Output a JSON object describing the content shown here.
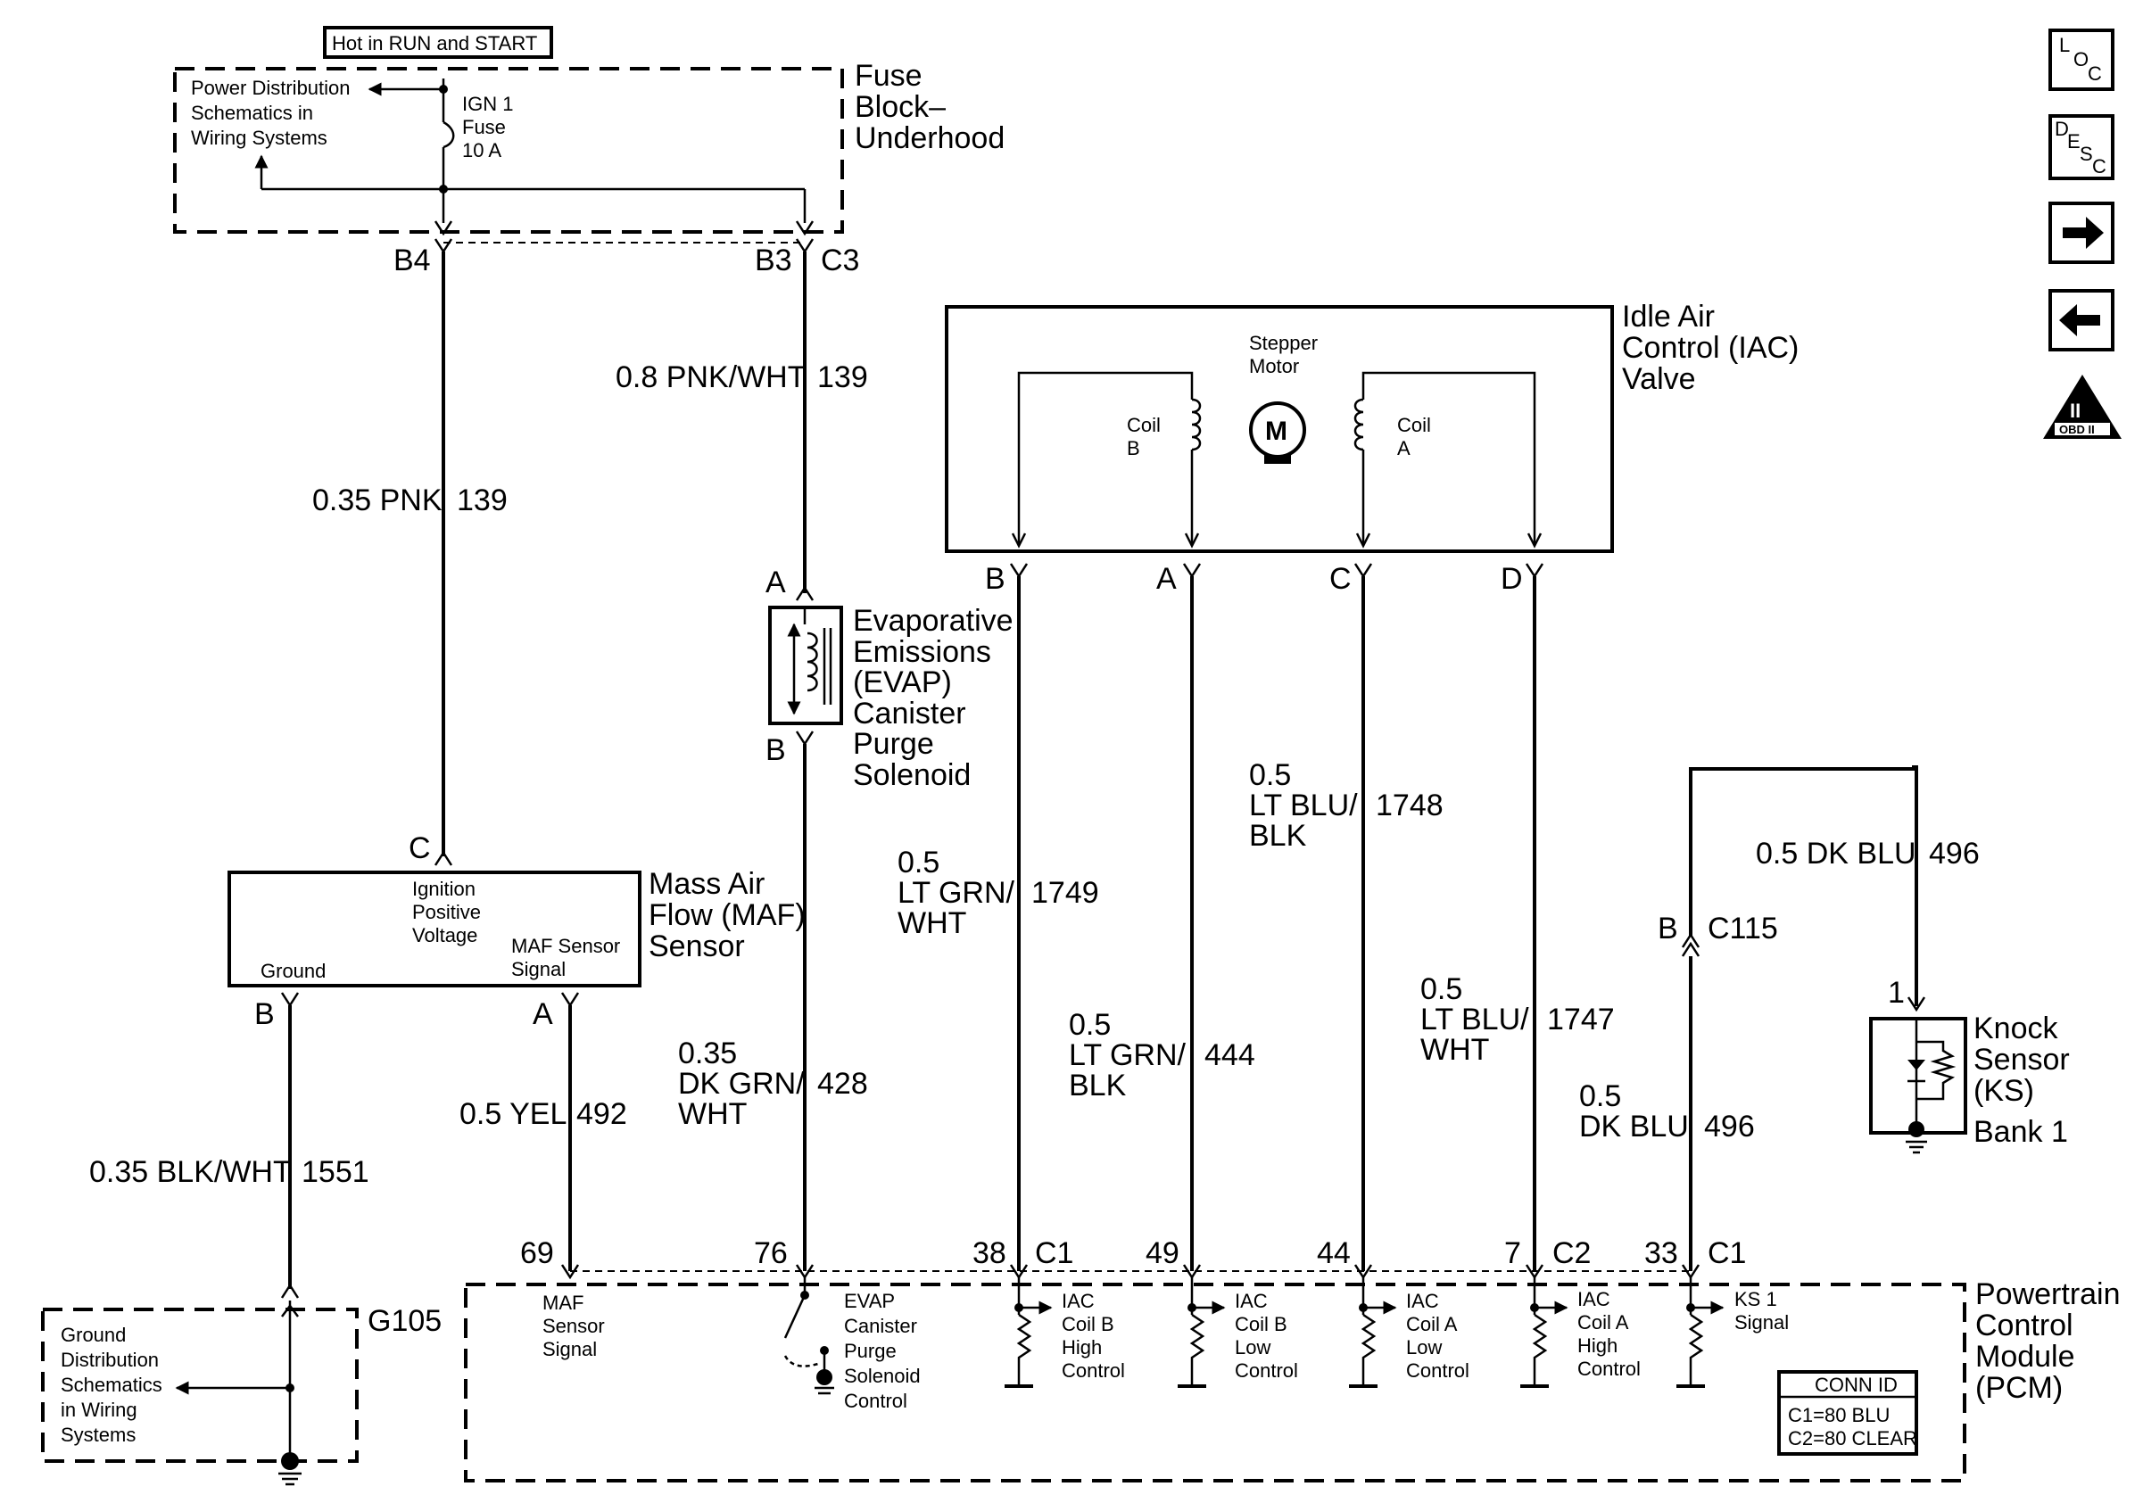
{
  "header": {
    "hot_label": "Hot in RUN and START"
  },
  "fuse_block": {
    "title": [
      "Fuse",
      "Block–",
      "Underhood"
    ],
    "power_ref": [
      "Power Distribution",
      "Schematics in",
      "Wiring Systems"
    ],
    "fuse": [
      "IGN 1",
      "Fuse",
      "10 A"
    ],
    "pins": {
      "b4": "B4",
      "b3": "B3",
      "c3": "C3"
    }
  },
  "wires": {
    "w139_top": {
      "gauge": "0.8 PNK/WHT",
      "circuit": "139"
    },
    "w139_left": {
      "gauge": "0.35 PNK",
      "circuit": "139"
    },
    "w1551": {
      "gauge": "0.35 BLK/WHT",
      "circuit": "1551"
    },
    "w492": {
      "gauge": "0.5 YEL",
      "circuit": "492"
    },
    "w428": {
      "gauge": [
        "0.35",
        "DK GRN/",
        "WHT"
      ],
      "circuit": "428"
    },
    "w1749": {
      "gauge": [
        "0.5",
        "LT GRN/",
        "WHT"
      ],
      "circuit": "1749"
    },
    "w444": {
      "gauge": [
        "0.5",
        "LT GRN/",
        "BLK"
      ],
      "circuit": "444"
    },
    "w1748": {
      "gauge": [
        "0.5",
        "LT BLU/",
        "BLK"
      ],
      "circuit": "1748"
    },
    "w1747": {
      "gauge": [
        "0.5",
        "LT BLU/",
        "WHT"
      ],
      "circuit": "1747"
    },
    "w496_low": {
      "gauge": [
        "0.5",
        "DK BLU"
      ],
      "circuit": "496"
    },
    "w496_high": {
      "gauge": "0.5 DK BLU",
      "circuit": "496"
    }
  },
  "evap": {
    "title": [
      "Evaporative",
      "Emissions",
      "(EVAP)",
      "Canister",
      "Purge",
      "Solenoid"
    ],
    "pin_a": "A",
    "pin_b": "B"
  },
  "iac": {
    "title": [
      "Idle Air",
      "Control (IAC)",
      "Valve"
    ],
    "motor": [
      "Stepper",
      "Motor"
    ],
    "motor_symbol": "M",
    "coil_b": [
      "Coil",
      "B"
    ],
    "coil_a": [
      "Coil",
      "A"
    ],
    "pins": {
      "b": "B",
      "a": "A",
      "c": "C",
      "d": "D"
    }
  },
  "maf": {
    "title": [
      "Mass Air",
      "Flow (MAF)",
      "Sensor"
    ],
    "pin_c": "C",
    "pin_b": "B",
    "pin_a": "A",
    "ign": [
      "Ignition",
      "Positive",
      "Voltage"
    ],
    "ground": "Ground",
    "signal": [
      "MAF Sensor",
      "Signal"
    ]
  },
  "ground_block": {
    "label": "G105",
    "ref": [
      "Ground",
      "Distribution",
      "Schematics",
      "in Wiring",
      "Systems"
    ]
  },
  "knock": {
    "title": [
      "Knock",
      "Sensor",
      "(KS)",
      "Bank 1"
    ],
    "pin": "1",
    "connector": {
      "pin": "B",
      "name": "C115"
    }
  },
  "pcm": {
    "title": [
      "Powertrain",
      "Control",
      "Module",
      "(PCM)"
    ],
    "pins": {
      "p69": "69",
      "p76": "76",
      "p38": "38",
      "c1a": "C1",
      "p49": "49",
      "p44": "44",
      "p7": "7",
      "c2": "C2",
      "p33": "33",
      "c1b": "C1"
    },
    "maf_signal": [
      "MAF",
      "Sensor",
      "Signal"
    ],
    "evap_control": [
      "EVAP",
      "Canister",
      "Purge",
      "Solenoid",
      "Control"
    ],
    "iac_b_high": [
      "IAC",
      "Coil B",
      "High",
      "Control"
    ],
    "iac_b_low": [
      "IAC",
      "Coil B",
      "Low",
      "Control"
    ],
    "iac_a_low": [
      "IAC",
      "Coil A",
      "Low",
      "Control"
    ],
    "iac_a_high": [
      "IAC",
      "Coil A",
      "High",
      "Control"
    ],
    "ks_signal": [
      "KS 1",
      "Signal"
    ],
    "conn_id": {
      "title": "CONN ID",
      "c1": "C1=80 BLU",
      "c2": "C2=80 CLEAR"
    }
  },
  "nav": {
    "loc": {
      "l": "L",
      "o": "O",
      "c": "C"
    },
    "desc": {
      "d": "D",
      "e": "E",
      "s": "S",
      "c": "C"
    },
    "obd": {
      "numeral": "II",
      "text": "OBD II"
    }
  }
}
